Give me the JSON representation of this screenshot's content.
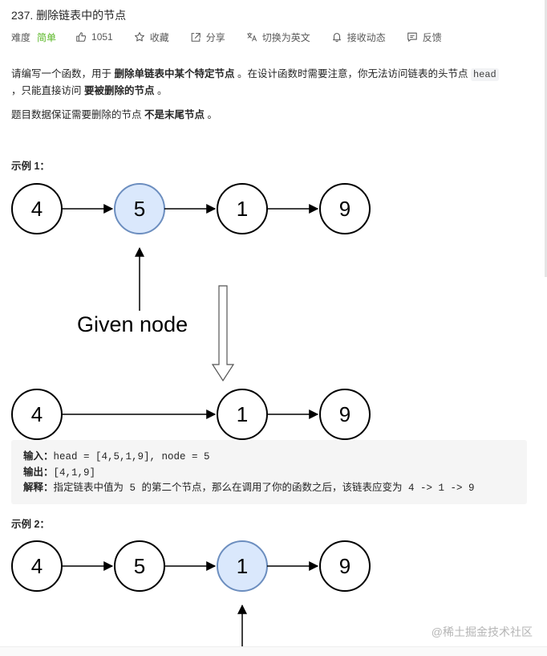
{
  "problem": {
    "title": "237. 删除链表中的节点",
    "difficulty_label": "难度",
    "difficulty": "简单",
    "likes": "1051",
    "favorite": "收藏",
    "share": "分享",
    "switch_lang": "切换为英文",
    "subscribe": "接收动态",
    "feedback": "反馈"
  },
  "description": {
    "p1_a": "请编写一个函数，用于 ",
    "p1_b": "删除单链表中某个特定节点",
    "p1_c": " 。在设计函数时需要注意，你无法访问链表的头节点 ",
    "p1_code": "head",
    "p1_d": " ，只能直接访问 ",
    "p1_e": "要被删除的节点",
    "p1_f": " 。",
    "p2_a": "题目数据保证需要删除的节点 ",
    "p2_b": "不是末尾节点",
    "p2_c": " 。"
  },
  "example1": {
    "title": "示例 1：",
    "before_nodes": [
      "4",
      "5",
      "1",
      "9"
    ],
    "given_label": "Given node",
    "after_nodes": [
      "4",
      "1",
      "9"
    ],
    "input_label": "输入：",
    "input_value": "head = [4,5,1,9], node = 5",
    "output_label": "输出：",
    "output_value": "[4,1,9]",
    "explain_label": "解释：",
    "explain_value": "指定链表中值为 5 的第二个节点，那么在调用了你的函数之后，该链表应变为 4 -> 1 -> 9"
  },
  "example2": {
    "title": "示例 2：",
    "nodes": [
      "4",
      "5",
      "1",
      "9"
    ]
  },
  "watermark": "@稀土掘金技术社区",
  "colors": {
    "accent_green": "#5ab726",
    "highlight_fill": "#dae8fc",
    "highlight_stroke": "#6c8ebf"
  }
}
